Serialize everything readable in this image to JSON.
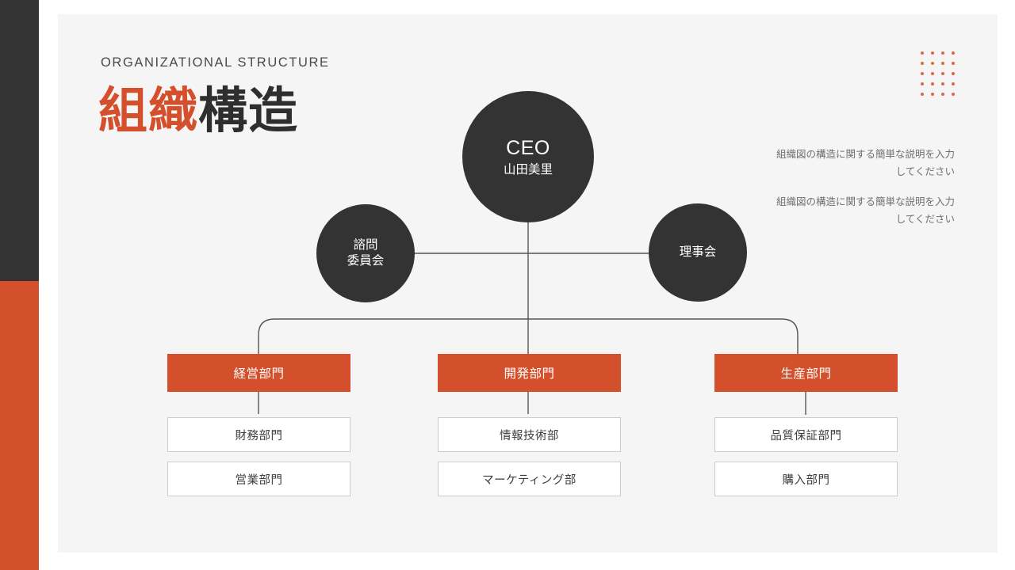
{
  "theme": {
    "accent_dark": "#333333",
    "accent_orange": "#d4502c",
    "panel_bg": "#f5f5f5",
    "line_color": "#555555",
    "box_border": "#cccccc"
  },
  "header": {
    "eyebrow": "ORGANIZATIONAL STRUCTURE",
    "title_highlight": "組織",
    "title_rest": "構造"
  },
  "side_notes": [
    "組織図の構造に関する簡単な説明を入力してください",
    "組織図の構造に関する簡単な説明を入力してください"
  ],
  "chart_data": {
    "type": "diagram",
    "title": "組織構造",
    "nodes": {
      "ceo": {
        "role": "CEO",
        "name": "山田美里",
        "shape": "circle"
      },
      "advisory": {
        "line1": "諮問",
        "line2": "委員会",
        "shape": "circle"
      },
      "board": {
        "line1": "理事会",
        "line2": "",
        "shape": "circle"
      }
    },
    "departments": [
      {
        "head": "経営部門",
        "children": [
          "財務部門",
          "営業部門"
        ]
      },
      {
        "head": "開発部門",
        "children": [
          "情報技術部",
          "マーケティング部"
        ]
      },
      {
        "head": "生産部門",
        "children": [
          "品質保証部門",
          "購入部門"
        ]
      }
    ]
  }
}
